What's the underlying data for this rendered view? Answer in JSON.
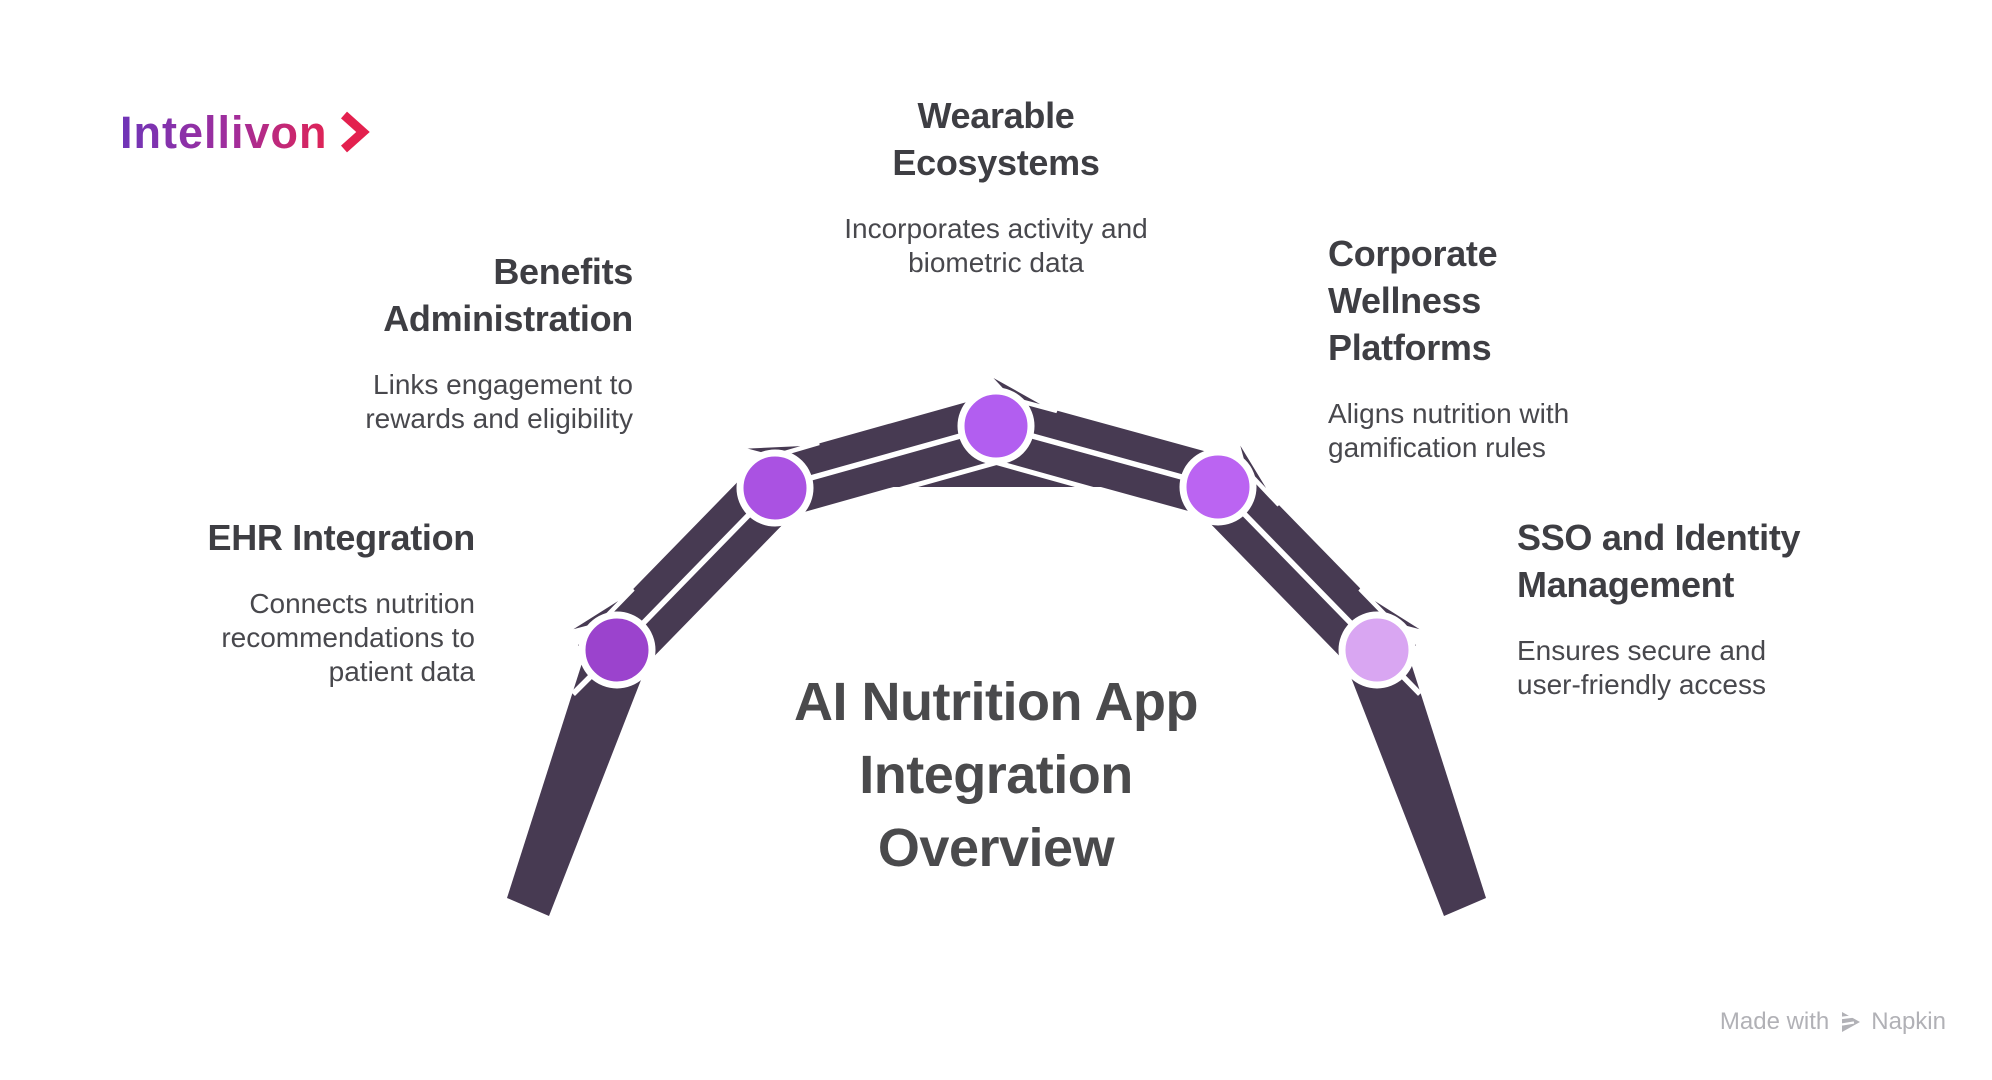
{
  "logo": {
    "text": "Intellivon"
  },
  "title": {
    "line1": "AI Nutrition App",
    "line2": "Integration",
    "line3": "Overview"
  },
  "nodes": [
    {
      "heading": "EHR Integration",
      "description": "Connects nutrition recommendations to patient data",
      "color": "#9b43cd"
    },
    {
      "heading": "Benefits Administration",
      "description": "Links engagement to rewards and eligibility",
      "color": "#aa52e2"
    },
    {
      "heading": "Wearable Ecosystems",
      "description": "Incorporates activity and biometric data",
      "color": "#b25ef0"
    },
    {
      "heading": "Corporate Wellness Platforms",
      "description": "Aligns nutrition with gamification rules",
      "color": "#bb64f2"
    },
    {
      "heading": "SSO and Identity Management",
      "description": "Ensures secure and user-friendly access",
      "color": "#d9a6f2"
    }
  ],
  "footer": {
    "made_with": "Made with",
    "brand": "Napkin"
  },
  "colors": {
    "band": "#473a52",
    "logo_start": "#6f35b8",
    "logo_mid": "#a22d9b",
    "logo_end": "#e02355",
    "chevron": "#e3204e",
    "text_dark": "#3e3e43",
    "text_body": "#48484d",
    "title": "#4a4a4c",
    "footer_text": "#b1b1b6"
  }
}
